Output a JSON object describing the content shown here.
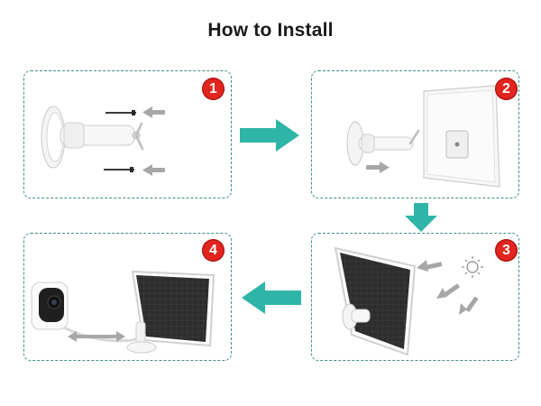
{
  "title": "How to Install",
  "steps": [
    {
      "number": "1"
    },
    {
      "number": "2"
    },
    {
      "number": "3"
    },
    {
      "number": "4"
    }
  ],
  "colors": {
    "accent_teal": "#2fb5a8",
    "panel_border": "#3e8f8a",
    "step_badge": "#e3241f",
    "solar_panel": "#2b2b2b"
  },
  "icons": [
    "right-arrow-icon",
    "down-arrow-icon",
    "left-arrow-icon",
    "sun-icon",
    "screw-icon"
  ]
}
